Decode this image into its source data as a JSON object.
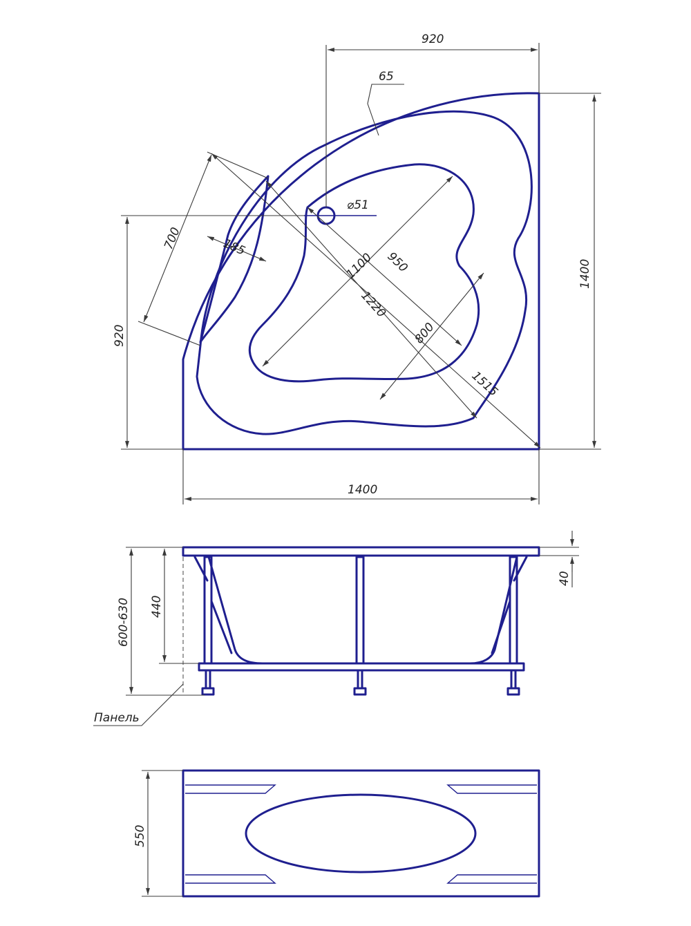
{
  "top_view": {
    "dims": {
      "width_top": "920",
      "rim": "65",
      "drain": "⌀51",
      "width_right": "1400",
      "height_left": "920",
      "width_bottom": "1400",
      "seat": "185",
      "diag_700": "700",
      "diag_1100": "1100",
      "diag_950": "950",
      "diag_1220": "1220",
      "diag_800": "800",
      "diag_1515": "1515"
    }
  },
  "side_view": {
    "dims": {
      "total_height": "600-630",
      "depth": "440",
      "rim_thickness": "40"
    },
    "panel_label": "Панель"
  },
  "panel_view": {
    "dims": {
      "height": "550"
    }
  },
  "colors": {
    "outline": "#1f1f8f",
    "dimension": "#3a3a3a"
  }
}
